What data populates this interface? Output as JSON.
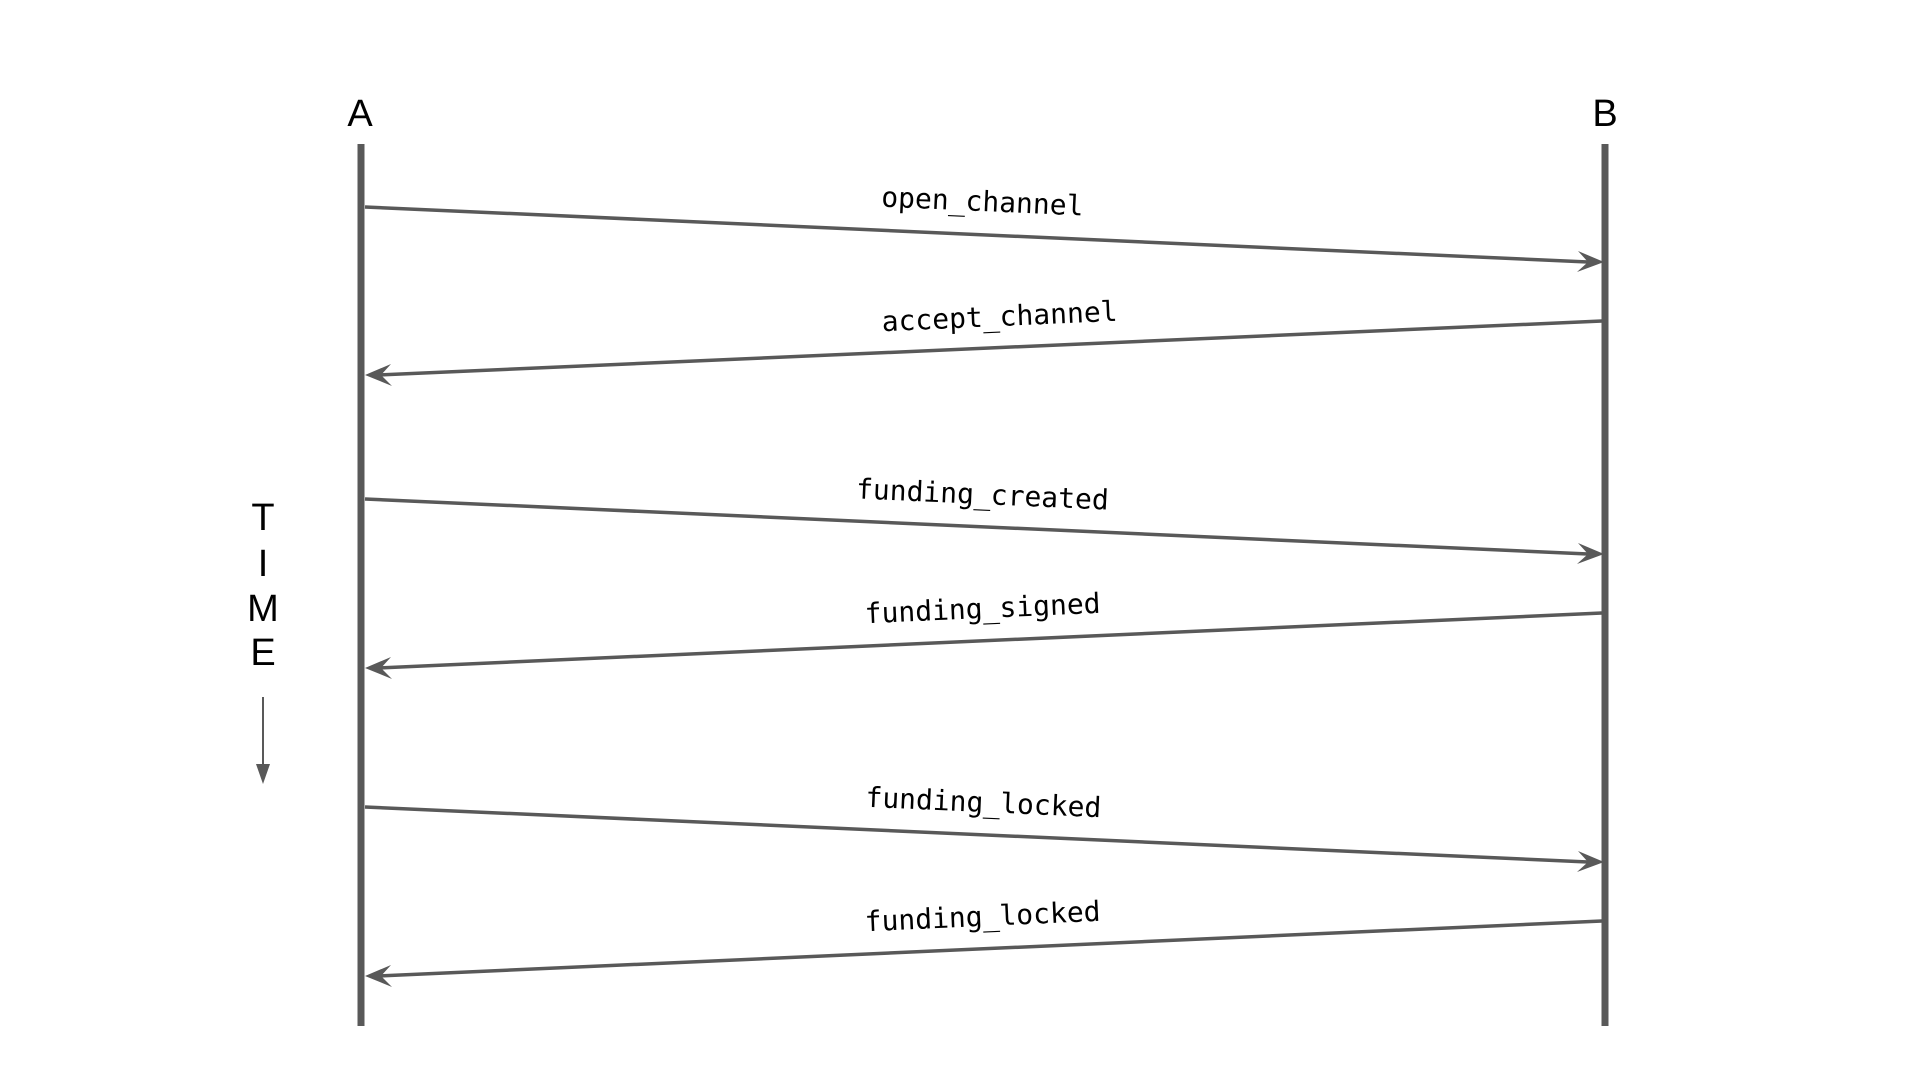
{
  "diagram": {
    "participants": [
      {
        "id": "A",
        "label": "A"
      },
      {
        "id": "B",
        "label": "B"
      }
    ],
    "time_axis": {
      "letters": [
        "T",
        "I",
        "M",
        "E"
      ],
      "direction": "down"
    },
    "messages": [
      {
        "label": "open_channel",
        "from": "A",
        "to": "B"
      },
      {
        "label": "accept_channel",
        "from": "B",
        "to": "A"
      },
      {
        "label": "funding_created",
        "from": "A",
        "to": "B"
      },
      {
        "label": "funding_signed",
        "from": "B",
        "to": "A"
      },
      {
        "label": "funding_locked",
        "from": "A",
        "to": "B"
      },
      {
        "label": "funding_locked",
        "from": "B",
        "to": "A"
      }
    ]
  },
  "colors": {
    "line": "#595959",
    "text": "#000000",
    "background": "#ffffff"
  }
}
